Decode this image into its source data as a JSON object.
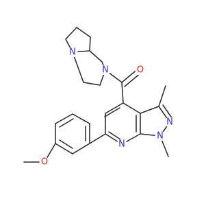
{
  "molecule": {
    "atom_labels": {
      "n_pyrrolidine": "N",
      "n_piperazine": "N",
      "o_carbonyl": "O",
      "n_pyridine": "N",
      "n1_pyrazole": "N",
      "n2_pyrazole": "N",
      "o_methoxy": "O"
    },
    "colors": {
      "bond": "#2b2b2b",
      "nitrogen": "#2f2fe0",
      "oxygen": "#e0211b",
      "background": "#ffffff"
    }
  }
}
